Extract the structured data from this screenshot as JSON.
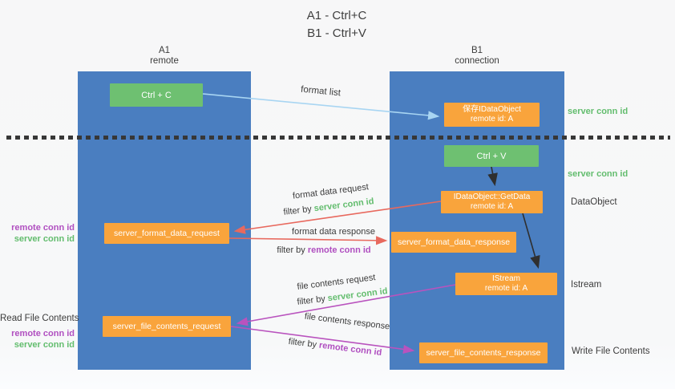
{
  "title": {
    "line1": "A1 - Ctrl+C",
    "line2": "B1 - Ctrl+V"
  },
  "lanes": {
    "left": {
      "name": "A1",
      "subtitle": "remote"
    },
    "right": {
      "name": "B1",
      "subtitle": "connection"
    }
  },
  "nodes": {
    "ctrl_c": "Ctrl + C",
    "ctrl_v": "Ctrl + V",
    "save_dataobject": {
      "line1": "保存IDataObject",
      "line2": "remote id: A"
    },
    "getdata": {
      "line1": "IDataObject::GetData",
      "line2": "remote id: A"
    },
    "istream": {
      "line1": "IStream",
      "line2": "remote id: A"
    },
    "format_request": "server_format_data_request",
    "format_response": "server_format_data_response",
    "file_request": "server_file_contents_request",
    "file_response": "server_file_contents_response"
  },
  "labels": {
    "format_list": "format list",
    "format_data_request": "format data request",
    "format_data_response": "format data response",
    "file_contents_request": "file contents request",
    "file_contents_response": "file contents response",
    "filter_by": "filter by",
    "server_conn_id": "server conn id",
    "remote_conn_id": "remote conn id",
    "dataobject": "DataObject",
    "istream": "Istream",
    "read_file_contents": "Read File Contents",
    "write_file_contents": "Write File Contents"
  },
  "colors": {
    "lane_blue": "#4a7ec0",
    "box_green": "#6ec071",
    "box_orange": "#f9a43c",
    "arrow_light_blue": "#a8d5f2",
    "arrow_red": "#e8695e",
    "arrow_purple": "#b953be",
    "arrow_black": "#2f2f2f",
    "text_green": "#63bd6e",
    "text_purple": "#b04fc0",
    "text_dark": "#3c3c3c"
  }
}
